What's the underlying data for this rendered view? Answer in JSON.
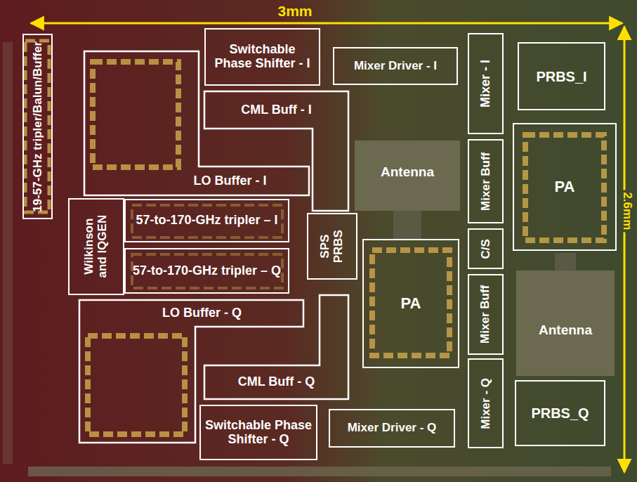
{
  "diagram": {
    "nodes": [
      {
        "text": [
          "19-57-GHz tripler/Balun/Buffer"
        ]
      },
      {
        "text": [
          "Switchable Phase Shifter - I"
        ]
      },
      {
        "text": [
          "Mixer Driver - I"
        ]
      },
      {
        "text": [
          "Mixer - I"
        ]
      },
      {
        "text": [
          "PRBS_I"
        ]
      },
      {
        "text": [
          "LO Buffer - I"
        ]
      },
      {
        "text": [
          "CML Buff - I"
        ]
      },
      {
        "text": [
          "Mixer Buff"
        ]
      },
      {
        "text": [
          "PA"
        ]
      },
      {
        "text": [
          "Wilkinson and IQGEN"
        ]
      },
      {
        "text": [
          "57-to-170-GHz tripler – I"
        ]
      },
      {
        "text": [
          "57-to-170-GHz tripler – Q"
        ]
      },
      {
        "text": [
          "SPS PRBS"
        ]
      },
      {
        "text": [
          "C/S"
        ]
      },
      {
        "text": [
          "PA"
        ]
      },
      {
        "text": [
          "LO Buffer - Q"
        ]
      },
      {
        "text": [
          "Mixer Buff"
        ]
      },
      {
        "text": [
          "CML Buff - Q"
        ]
      },
      {
        "text": [
          "Switchable Phase Shifter - Q"
        ]
      },
      {
        "text": [
          "Mixer Driver - Q"
        ]
      },
      {
        "text": [
          "Mixer - Q"
        ]
      },
      {
        "text": [
          "PRBS_Q"
        ]
      }
    ],
    "labels": [
      "3mm",
      "2.6mm",
      "Antenna",
      "Antenna"
    ]
  }
}
